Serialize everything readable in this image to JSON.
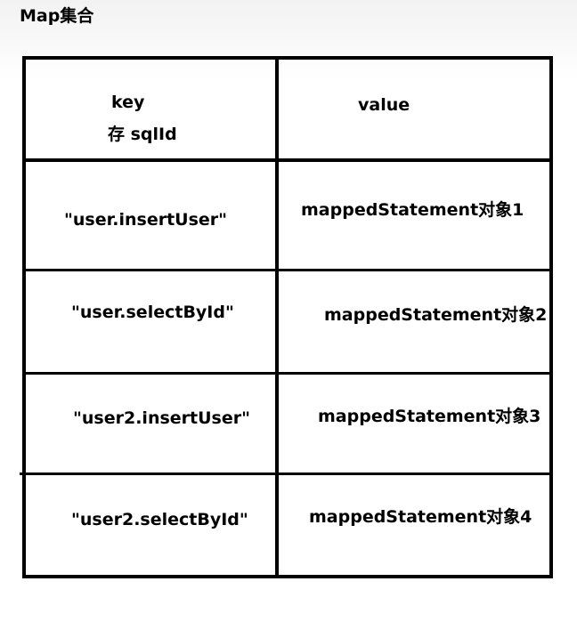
{
  "title": "Map集合",
  "header": {
    "key_label": "key",
    "key_sublabel": "存 sqlId",
    "value_label": "value"
  },
  "rows": [
    {
      "key": "\"user.insertUser\"",
      "value": "mappedStatement对象1"
    },
    {
      "key": "\"user.selectById\"",
      "value": "mappedStatement对象2"
    },
    {
      "key": "\"user2.insertUser\"",
      "value": "mappedStatement对象3"
    },
    {
      "key": "\"user2.selectById\"",
      "value": "mappedStatement对象4"
    }
  ]
}
